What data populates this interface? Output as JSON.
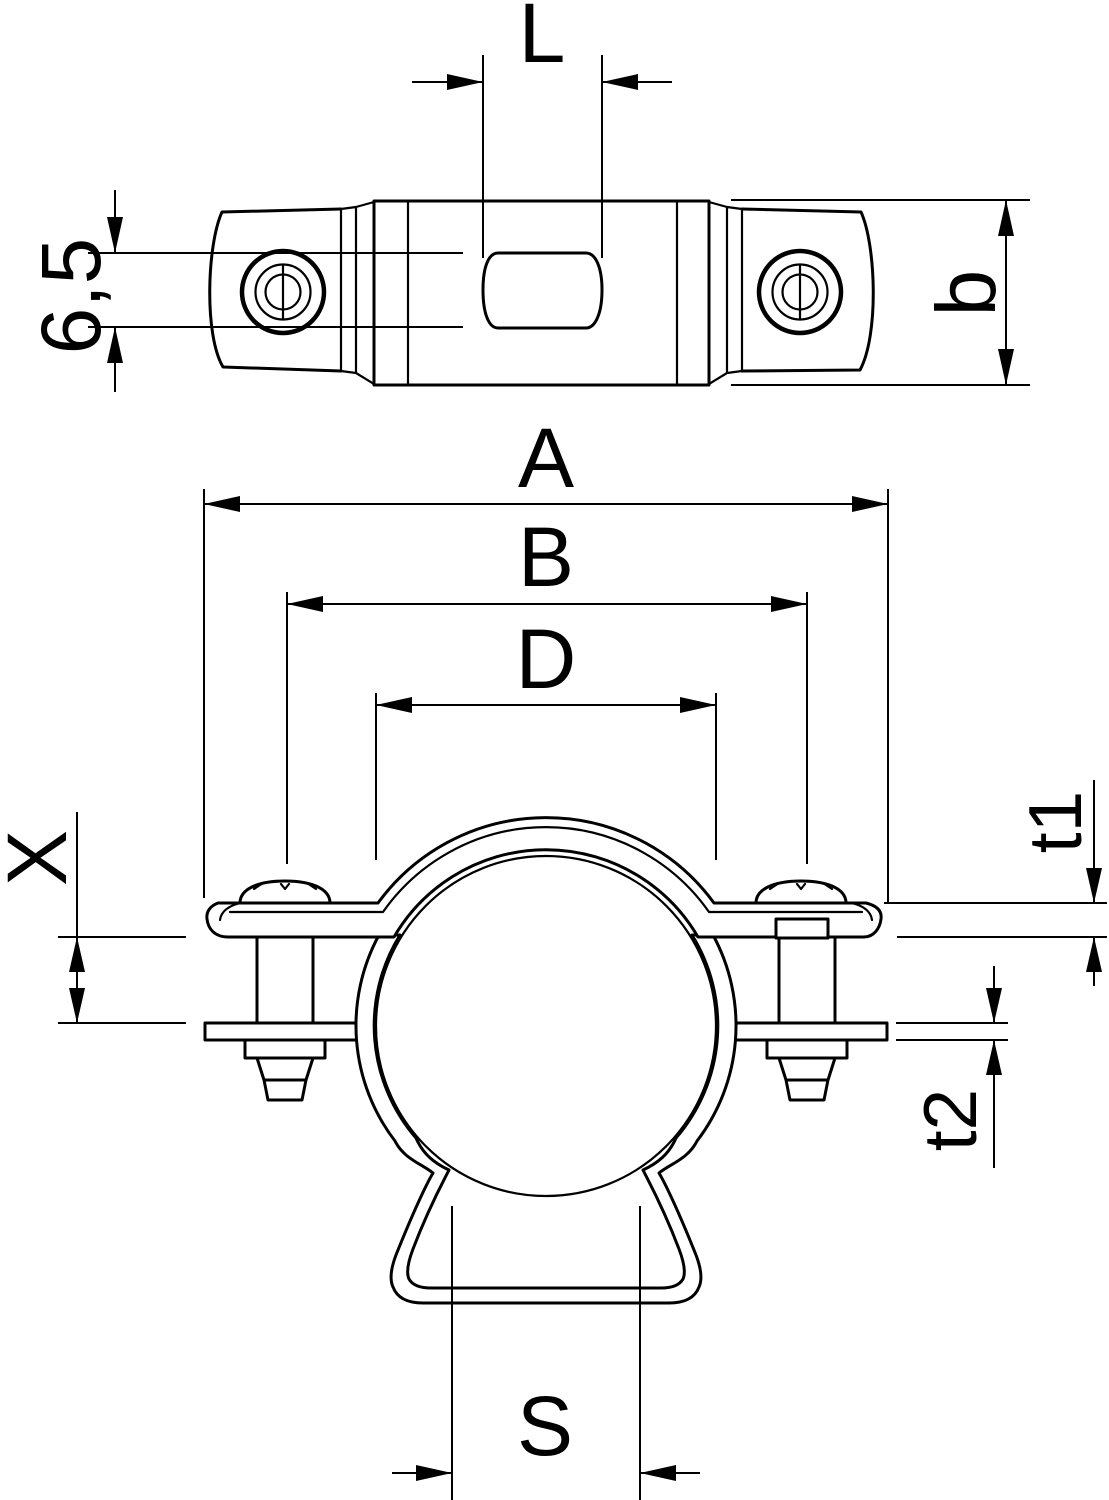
{
  "drawing": {
    "background_color": "#ffffff",
    "line_color": "#000000"
  },
  "labels": {
    "top_view": {
      "slot_length": "L",
      "slot_width": "6,5",
      "strap_width": "b"
    },
    "front_view": {
      "overall_width": "A",
      "screw_spacing": "B",
      "clamp_diameter": "D",
      "wall_clearance": "X",
      "strap_thickness": "t1",
      "foot_thickness": "t2",
      "seat_width": "S"
    }
  }
}
